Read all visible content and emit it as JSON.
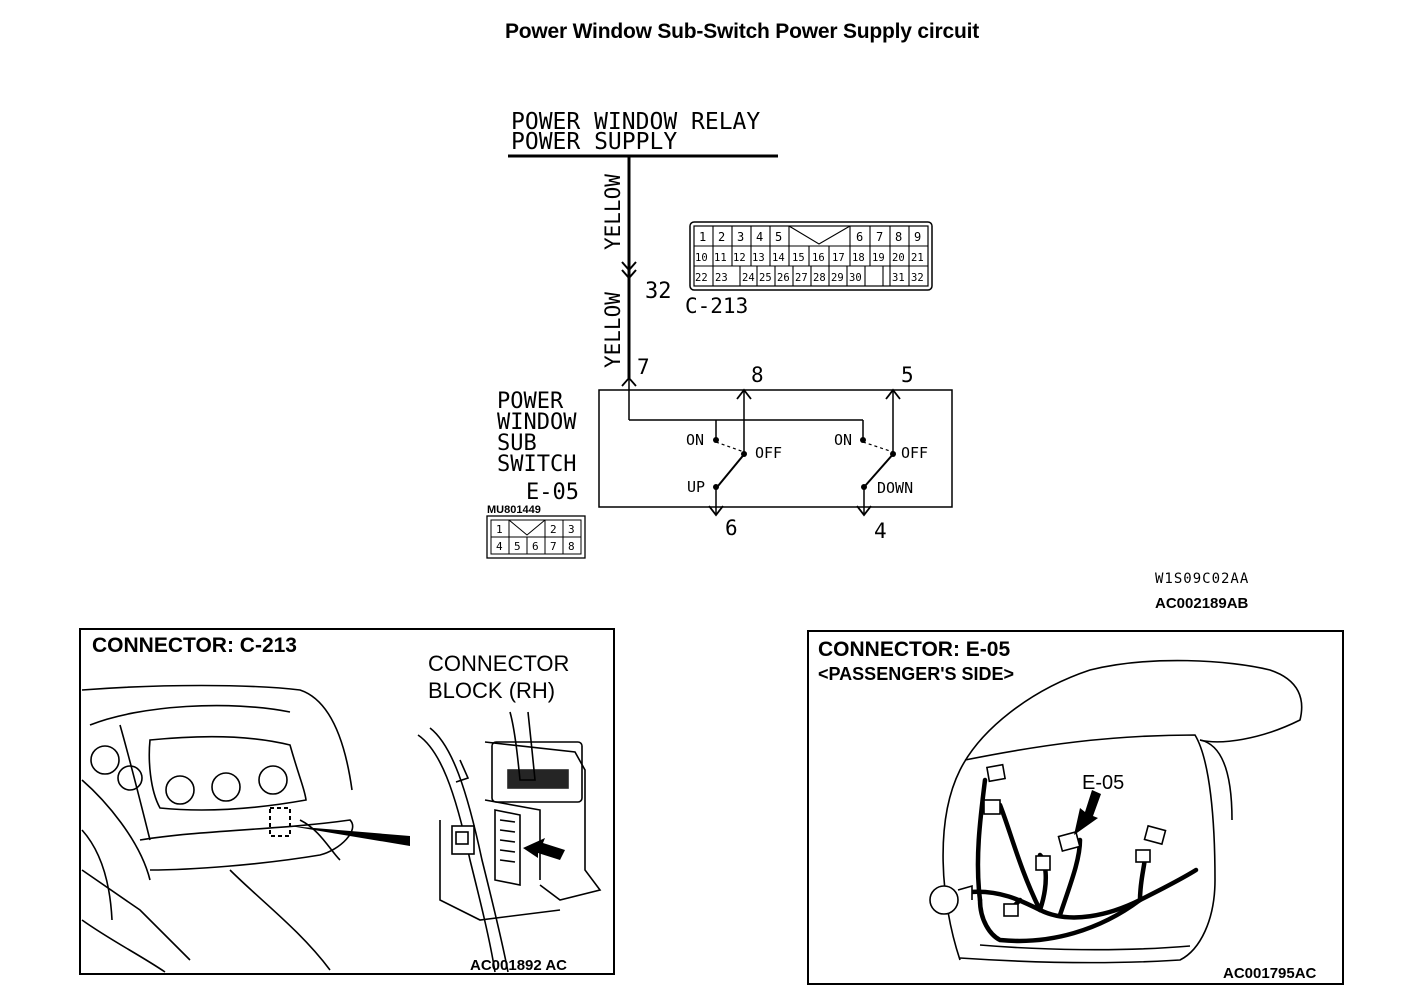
{
  "title": "Power Window Sub-Switch Power Supply circuit",
  "schematic": {
    "relay_label_line1": "POWER WINDOW RELAY",
    "relay_label_line2": "POWER SUPPLY",
    "wire_color_upper": "YELLOW",
    "wire_color_lower": "YELLOW",
    "c213_pin": "32",
    "c213_label": "C-213",
    "e05_pin_7": "7",
    "e05_pin_8": "8",
    "e05_pin_5": "5",
    "e05_pin_6": "6",
    "e05_pin_4": "4",
    "switch_label_lines": [
      "POWER",
      "WINDOW",
      "SUB",
      "SWITCH"
    ],
    "switch_connector": "E-05",
    "left_on": "ON",
    "left_off": "OFF",
    "left_up": "UP",
    "right_on": "ON",
    "right_off": "OFF",
    "right_down": "DOWN",
    "c213_grid": {
      "row1": [
        "1",
        "2",
        "3",
        "4",
        "5",
        "6",
        "7",
        "8",
        "9"
      ],
      "row2": [
        "10",
        "11",
        "12",
        "13",
        "14",
        "15",
        "16",
        "17",
        "18",
        "19",
        "20",
        "21"
      ],
      "row3": [
        "22",
        "23",
        "24",
        "25",
        "26",
        "27",
        "28",
        "29",
        "30",
        "31",
        "32"
      ]
    },
    "e05_part_no": "MU801449",
    "e05_grid": {
      "row1": [
        "1",
        "2",
        "3"
      ],
      "row2": [
        "4",
        "5",
        "6",
        "7",
        "8"
      ]
    },
    "code1": "W1S09C02AA",
    "code2": "AC002189AB"
  },
  "panel_c213": {
    "title": "CONNECTOR: C-213",
    "callout_line1": "CONNECTOR",
    "callout_line2": "BLOCK (RH)",
    "figure_code": "AC001892 AC"
  },
  "panel_e05": {
    "title": "CONNECTOR: E-05",
    "subtitle": "<PASSENGER'S SIDE>",
    "callout": "E-05",
    "figure_code": "AC001795AC"
  }
}
